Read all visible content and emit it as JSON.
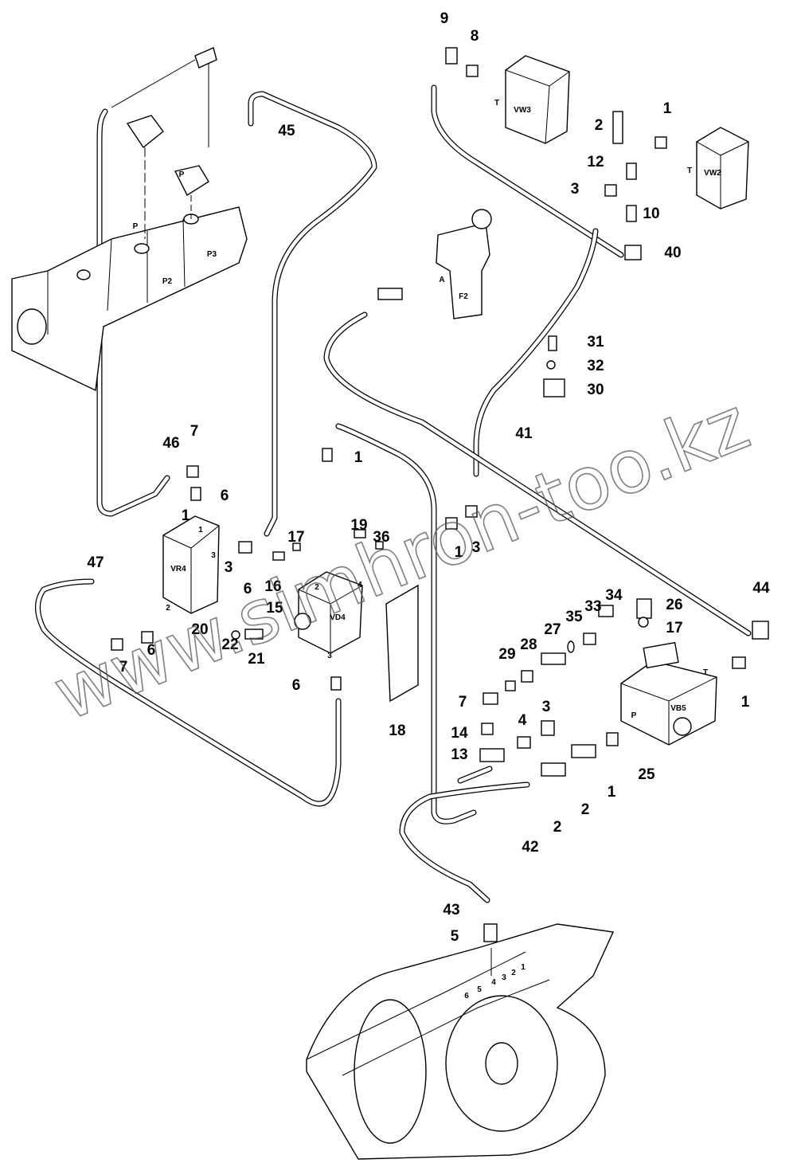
{
  "callouts": [
    "9",
    "8",
    "1",
    "2",
    "12",
    "3",
    "10",
    "40",
    "45",
    "31",
    "32",
    "30",
    "41",
    "46",
    "7",
    "1",
    "6",
    "1",
    "17",
    "19",
    "36",
    "1",
    "3",
    "47",
    "3",
    "6",
    "16",
    "15",
    "20",
    "22",
    "21",
    "7",
    "6",
    "6",
    "18",
    "44",
    "26",
    "17",
    "34",
    "33",
    "35",
    "27",
    "28",
    "29",
    "1",
    "7",
    "3",
    "4",
    "14",
    "13",
    "25",
    "1",
    "2",
    "2",
    "42",
    "43",
    "5"
  ],
  "component_labels": [
    "VW3",
    "T",
    "VW2",
    "T",
    "P",
    "P",
    "P3",
    "P2",
    "A",
    "F2",
    "VR4",
    "1",
    "2",
    "3",
    "2",
    "4",
    "VD4",
    "3",
    "T",
    "P",
    "VB5"
  ],
  "port_numbers": [
    "6",
    "5",
    "4",
    "3",
    "2",
    "1"
  ],
  "watermark": "www.simhron-too.kz"
}
